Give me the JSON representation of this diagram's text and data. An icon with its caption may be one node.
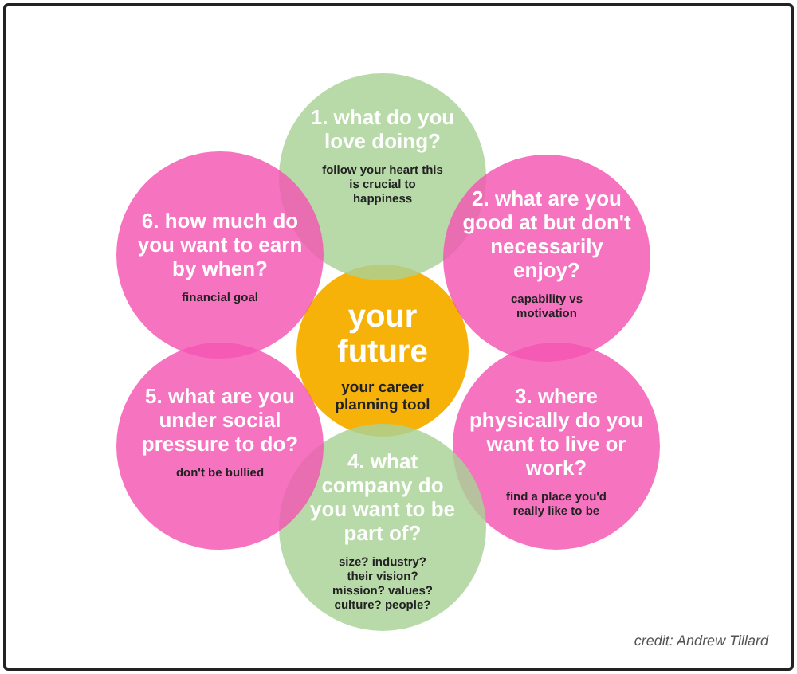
{
  "diagram": {
    "nodes": [
      {
        "text": [
          "your future",
          "your career planning tool"
        ]
      },
      {
        "text": [
          "1. what do you love doing?",
          "follow your heart this is crucial to happiness"
        ]
      },
      {
        "text": [
          "2. what are you good at but don't necessarily enjoy?",
          "capability vs motivation"
        ]
      },
      {
        "text": [
          "3. where physically do you want to live or work?",
          "find a place you'd really like to be"
        ]
      },
      {
        "text": [
          "4. what company do you want to be part of?",
          "size? industry? their vision? mission? values? culture? people?"
        ]
      },
      {
        "text": [
          "5. what are you under social pressure to do?",
          "don't be bullied"
        ]
      },
      {
        "text": [
          "6. how much do you want to earn by when?",
          "financial goal"
        ]
      }
    ],
    "labels": [
      "credit: Andrew Tillard"
    ]
  }
}
